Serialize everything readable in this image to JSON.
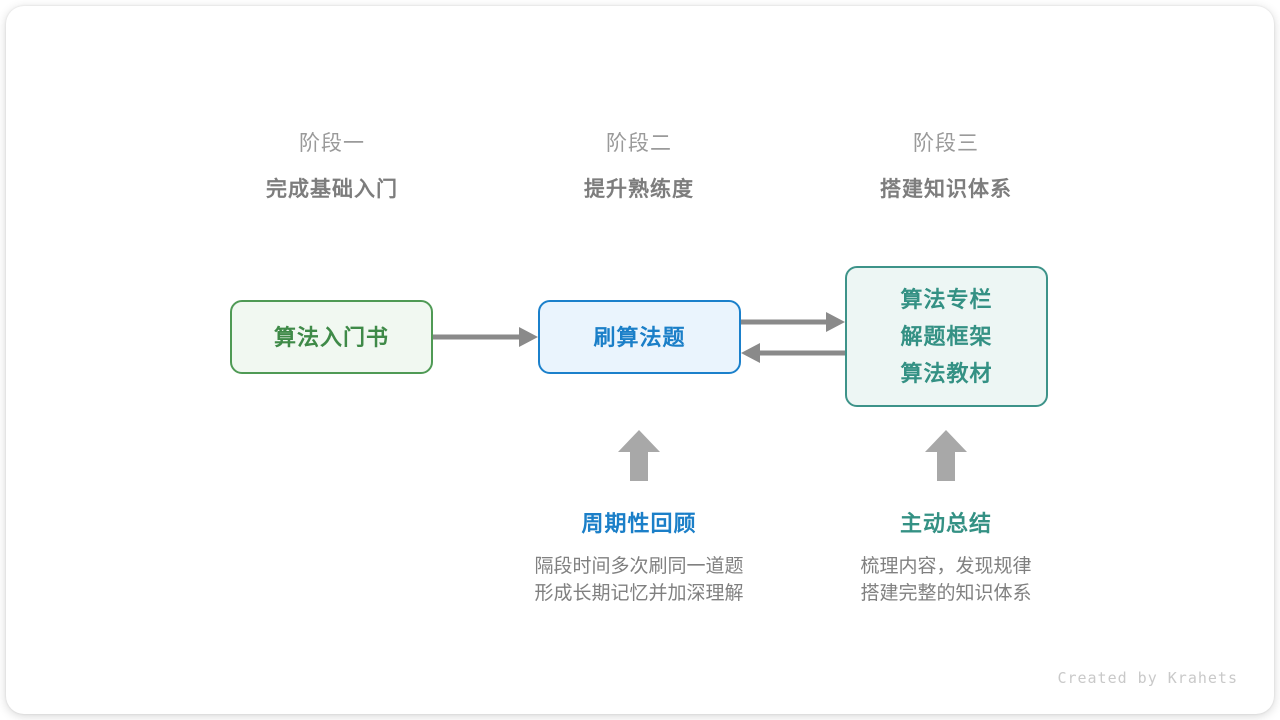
{
  "credit": "Created by Krahets",
  "stages": [
    {
      "num": "阶段一",
      "title": "完成基础入门"
    },
    {
      "num": "阶段二",
      "title": "提升熟练度"
    },
    {
      "num": "阶段三",
      "title": "搭建知识体系"
    }
  ],
  "nodes": {
    "book": {
      "lines": [
        "算法入门书"
      ],
      "color": "#3f8a48",
      "border": "#4f9a55",
      "fill": "#f1f8f1"
    },
    "practice": {
      "lines": [
        "刷算法题"
      ],
      "color": "#1b7fc8",
      "border": "#1b80cb",
      "fill": "#eaf4fd"
    },
    "resources": {
      "lines": [
        "算法专栏",
        "解题框架",
        "算法教材"
      ],
      "color": "#349184",
      "border": "#3d9389",
      "fill": "#edf6f4"
    }
  },
  "annotations": [
    {
      "title": "周期性回顾",
      "color": "#1b7fc8",
      "desc_line1": "隔段时间多次刷同一道题",
      "desc_line2": "形成长期记忆并加深理解"
    },
    {
      "title": "主动总结",
      "color": "#349184",
      "desc_line1": "梳理内容，发现规律",
      "desc_line2": "搭建完整的知识体系"
    }
  ],
  "arrows": {
    "color": "#8a8a8a",
    "book_to_practice": "right",
    "practice_to_resources": "right",
    "resources_to_practice": "left",
    "up_to_practice": "up",
    "up_to_resources": "up"
  }
}
